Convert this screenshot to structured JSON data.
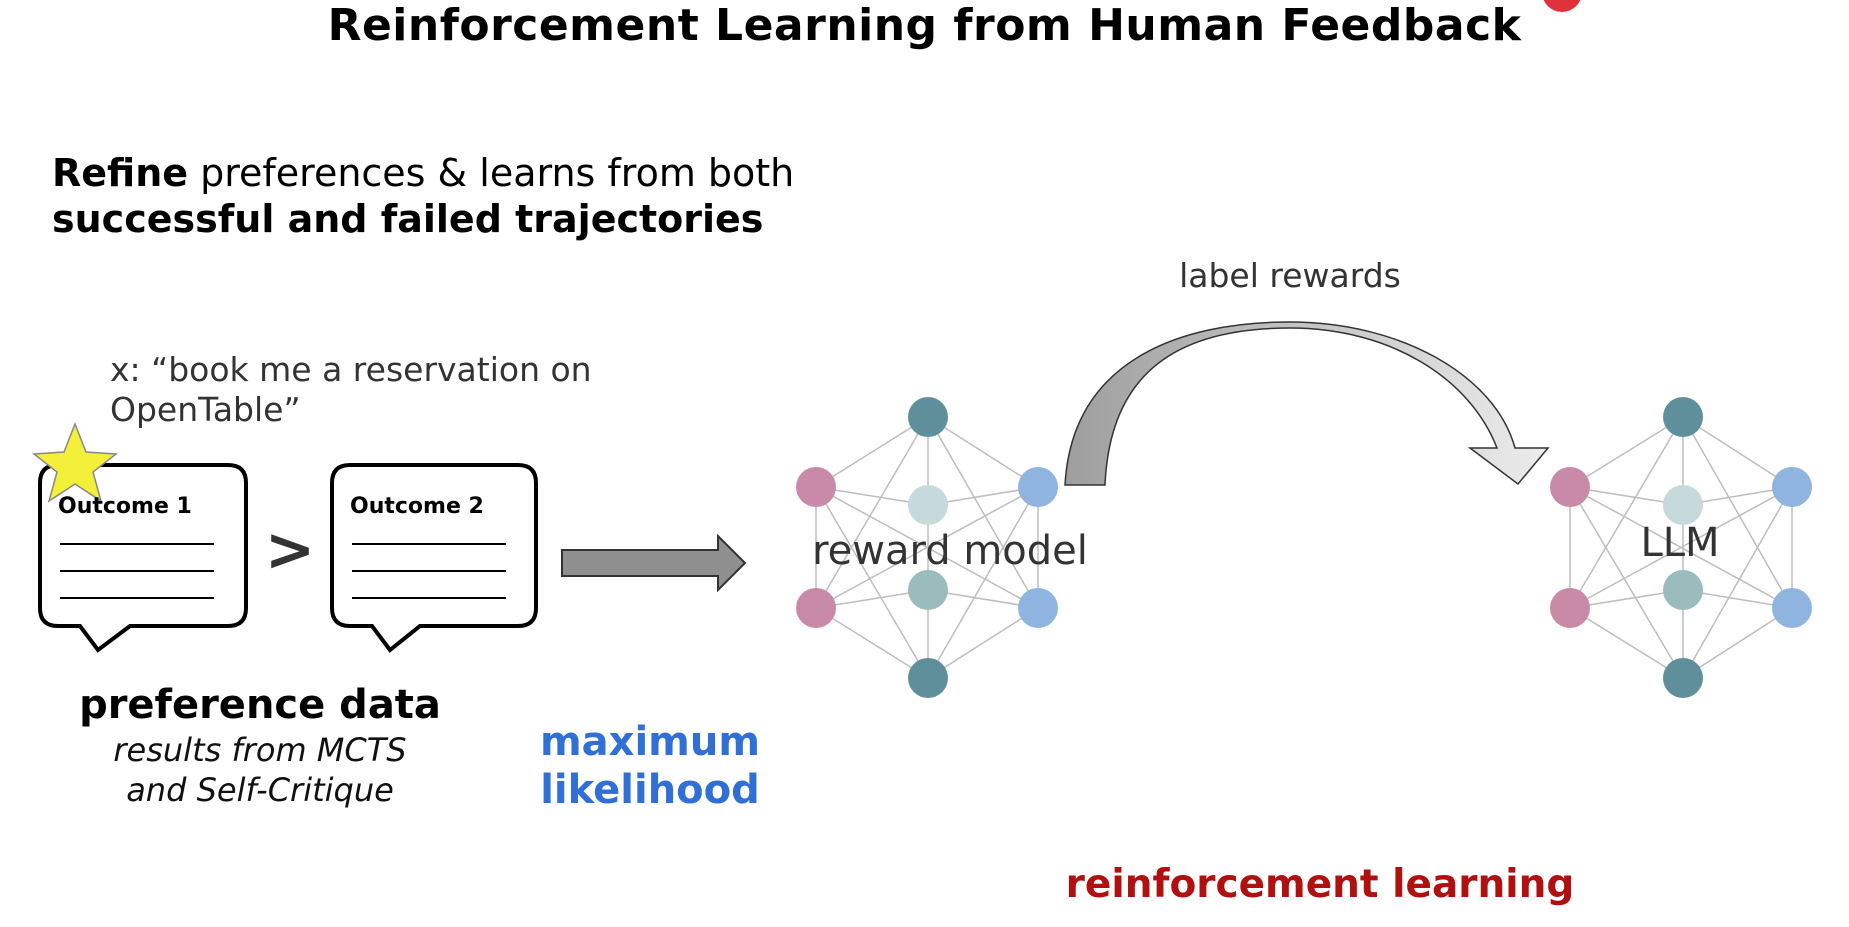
{
  "title": "Reinforcement Learning from Human Feedback",
  "heading": {
    "part1_bold": "Refine",
    "part1_rest": " preferences & learns from both",
    "part2_bold": "successful and failed trajectories"
  },
  "query": "x: “book me a reservation on OpenTable”",
  "outcomes": [
    {
      "label": "Outcome 1",
      "starred": true
    },
    {
      "label": "Outcome 2",
      "starred": false
    }
  ],
  "comparison_symbol": ">",
  "preference": {
    "title": "preference data",
    "subtitle_line1": "results from MCTS",
    "subtitle_line2": "and Self-Critique"
  },
  "maximum_likelihood": {
    "line1": "maximum",
    "line2": "likelihood"
  },
  "reward_model_label": "reward model",
  "label_rewards": "label rewards",
  "llm_label": "LLM",
  "reinforcement_learning": "reinforcement learning",
  "colors": {
    "blue_label": "#2f6fd6",
    "red_label": "#b01010",
    "node_teal_dark": "#5e8f9a",
    "node_teal_light": "#9bbcbd",
    "node_pale": "#c6dadb",
    "node_pink": "#c98aa8",
    "node_blue": "#8fb4df",
    "star": "#f4f03a",
    "arrow_gray": "#8f8f8f"
  }
}
